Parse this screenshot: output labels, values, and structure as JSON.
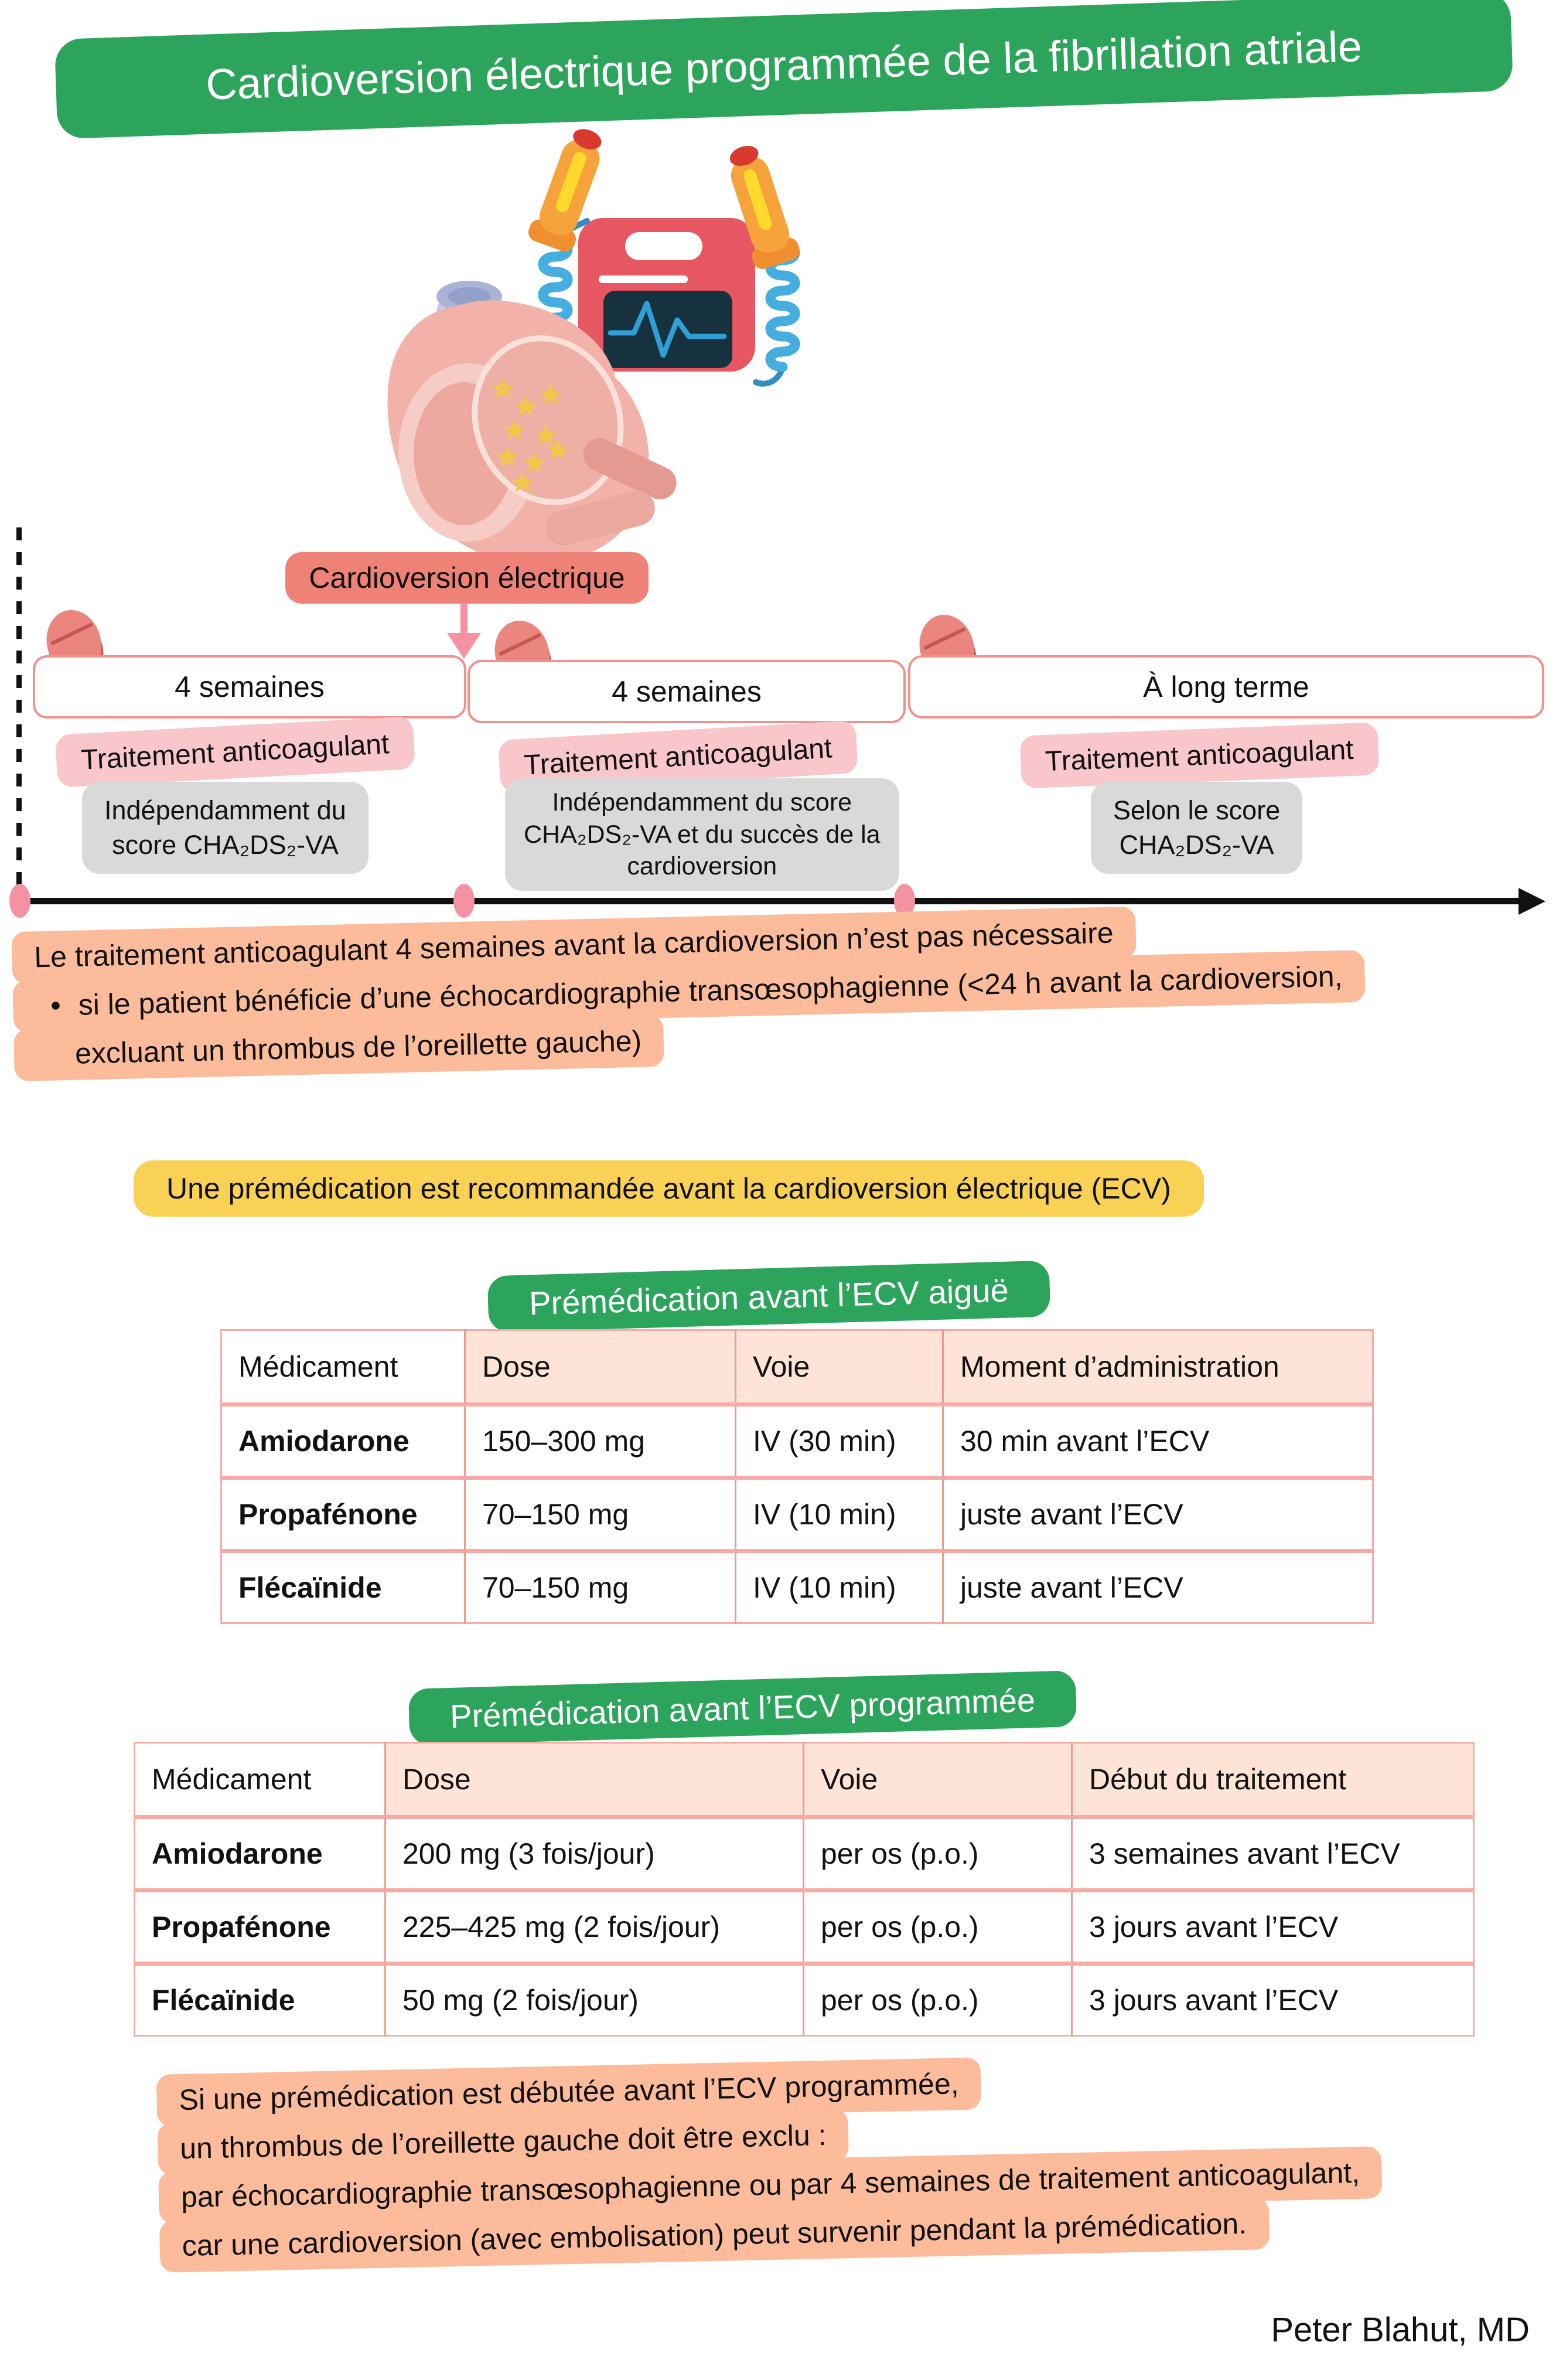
{
  "colors": {
    "green": "#2ca45c",
    "salmon": "#ee8277",
    "salmon-border": "#f0938c",
    "grid": "#f09a93",
    "grid-strong": "#f8aba4",
    "pink": "#f9c6cb",
    "gray": "#d9d9d9",
    "orange": "#fcbc9c",
    "yellow": "#f8d155",
    "peach": "#fde4d6",
    "arrow-pink": "#f492a2",
    "ink": "#111111",
    "defib-red": "#e75762",
    "cable-blue": "#45aede",
    "paddle-orange": "#f6a33b",
    "paddle-yellow": "#ffd92b",
    "star-gold": "#f2c84b",
    "heart-pink": "#f2b2aa",
    "heart-light": "#f6cdc6",
    "aorta": "#c7c9e2",
    "screen-navy": "#16323f"
  },
  "title": "Cardioversion électrique programmée de la fibrillation atriale",
  "flow": {
    "label": "Cardioversion électrique"
  },
  "timeline": {
    "segments": [
      {
        "duration": "4 semaines",
        "treatment": "Traitement anticoagulant",
        "note": "Indépendamment du\nscore CHA₂DS₂-VA"
      },
      {
        "duration": "4 semaines",
        "treatment": "Traitement anticoagulant",
        "note": "Indépendamment du score\nCHA₂DS₂-VA et du succès de la\ncardioversion"
      },
      {
        "duration": "À long terme",
        "treatment": "Traitement anticoagulant",
        "note": "Selon le score\nCHA₂DS₂-VA"
      }
    ]
  },
  "anticoag_note": {
    "line1": "Le traitement anticoagulant 4 semaines avant la cardioversion n’est pas nécessaire",
    "bullet": "•",
    "line2": "si le patient bénéficie d’une échocardiographie transœsophagienne (<24 h avant la cardioversion,",
    "line3": "excluant un thrombus de l’oreillette gauche)"
  },
  "premed_banner": "Une prémédication est recommandée avant la cardioversion électrique (ECV)",
  "table_acute": {
    "title": "Prémédication avant l’ECV aiguë",
    "headers": [
      "Médicament",
      "Dose",
      "Voie",
      "Moment d’administration"
    ],
    "rows": [
      [
        "Amiodarone",
        "150–300 mg",
        "IV (30 min)",
        "30 min avant l’ECV"
      ],
      [
        "Propafénone",
        "70–150 mg",
        "IV (10 min)",
        "juste avant l’ECV"
      ],
      [
        "Flécaïnide",
        "70–150 mg",
        "IV (10 min)",
        "juste avant l’ECV"
      ]
    ]
  },
  "table_planned": {
    "title": "Prémédication avant l’ECV programmée",
    "headers": [
      "Médicament",
      "Dose",
      "Voie",
      "Début du traitement"
    ],
    "rows": [
      [
        "Amiodarone",
        "200 mg (3 fois/jour)",
        "per os (p.o.)",
        "3 semaines avant l’ECV"
      ],
      [
        "Propafénone",
        "225–425 mg (2 fois/jour)",
        "per os (p.o.)",
        "3 jours avant l’ECV"
      ],
      [
        "Flécaïnide",
        "50 mg (2 fois/jour)",
        "per os (p.o.)",
        "3 jours avant l’ECV"
      ]
    ]
  },
  "warning_note": {
    "line1": "Si une prémédication est débutée avant l’ECV programmée,",
    "line2": "un thrombus de l’oreillette gauche doit être exclu :",
    "line3": "par échocardiographie transœsophagienne ou par 4 semaines de traitement anticoagulant,",
    "line4": "car une cardioversion (avec embolisation) peut survenir pendant la prémédication."
  },
  "signature": "Peter Blahut, MD"
}
